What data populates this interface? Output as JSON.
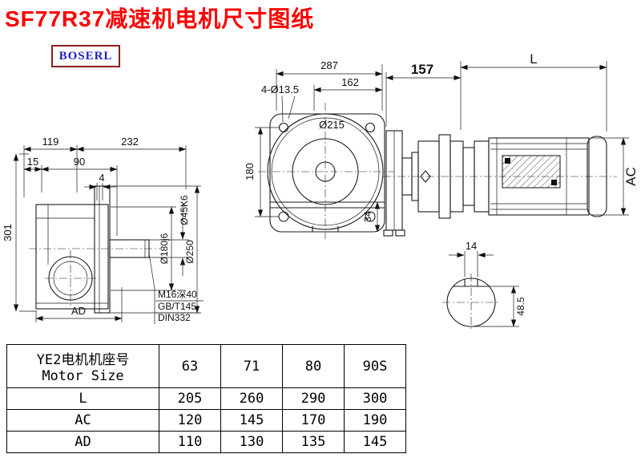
{
  "title": "SF77R37减速机电机尺寸图纸",
  "logo_text": "BOSERL",
  "colors": {
    "title_red": "#ff0000",
    "logo_text_blue": "#2020c0",
    "logo_border_red": "#8b1f1f",
    "line_black": "#1a1a1a"
  },
  "side_view": {
    "dim_119": "119",
    "dim_232": "232",
    "dim_15": "15",
    "dim_90": "90",
    "dim_4": "4",
    "dim_301": "301",
    "dim_ad": "AD",
    "shaft_dia": "Ø45K6",
    "spigot_dia": "Ø180j6",
    "flange_dia": "Ø250",
    "note_line1": "M16深40",
    "note_line2": "GB/T145",
    "note_line3": "DIN332"
  },
  "front_view": {
    "dim_287": "287",
    "dim_162": "162",
    "holes_note": "4-Ø13.5",
    "dia_215": "Ø215",
    "dim_180": "180",
    "dim_34": "34"
  },
  "motor_view": {
    "dim_157": "157",
    "dim_l": "L",
    "dim_ac": "AC"
  },
  "shaft_end_view": {
    "dim_14": "14",
    "dim_48_5": "48.5"
  },
  "table": {
    "header_line1": "YE2电机机座号",
    "header_line2": "Motor Size",
    "sizes": [
      "63",
      "71",
      "80",
      "90S"
    ],
    "rows": [
      {
        "label": "L",
        "values": [
          "205",
          "260",
          "290",
          "300"
        ]
      },
      {
        "label": "AC",
        "values": [
          "120",
          "145",
          "170",
          "190"
        ]
      },
      {
        "label": "AD",
        "values": [
          "110",
          "130",
          "135",
          "145"
        ]
      }
    ]
  }
}
